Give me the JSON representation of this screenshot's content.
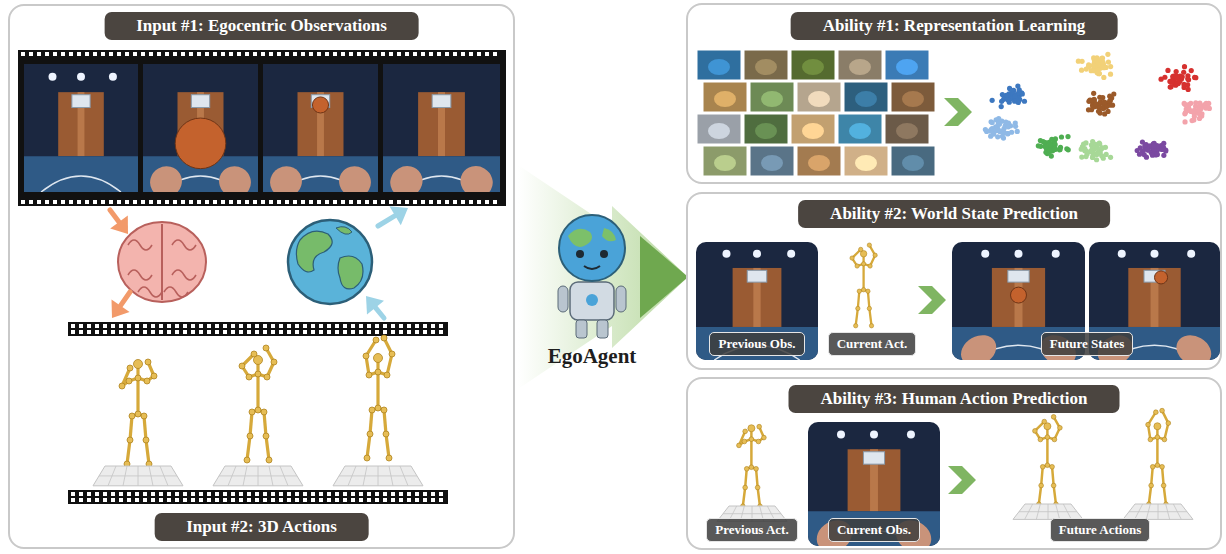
{
  "diagram": {
    "nodes": [
      {
        "text": [
          "Input #1: Egocentric Observations",
          "Input #2: 3D Actions"
        ]
      },
      {
        "text": [
          "Ability #1: Representation Learning"
        ]
      },
      {
        "text": [
          "Ability #2: World State Prediction"
        ]
      },
      {
        "text": [
          "Previous Obs."
        ],
        "in": 2
      },
      {
        "text": [
          "Current Act."
        ],
        "in": 2
      },
      {
        "text": [
          "Future States"
        ],
        "in": 2
      },
      {
        "text": [
          "Ability #3: Human Action Prediction"
        ]
      },
      {
        "text": [
          "Previous Act."
        ],
        "in": 6
      },
      {
        "text": [
          "Current Obs."
        ],
        "in": 6
      },
      {
        "text": [
          "Future Actions"
        ],
        "in": 6
      }
    ],
    "labels": [
      "EgoAgent"
    ]
  }
}
